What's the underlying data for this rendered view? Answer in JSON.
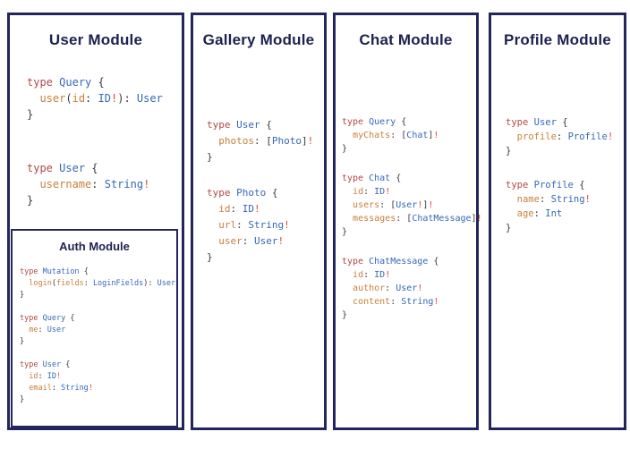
{
  "colors": {
    "background": "#ffffff",
    "panel_border": "#23265c",
    "title_text": "#1d2150",
    "code_keyword": "#b04a47",
    "code_type": "#3568b8",
    "code_field": "#c8803c",
    "code_bang": "#d44b3c",
    "code_punct": "#3a3a3a"
  },
  "panels": [
    {
      "title": "User Module",
      "blocks": [
        [
          "type Query {",
          "  user(id: ID!): User",
          "}"
        ],
        [
          "type User {",
          "  username: String!",
          "}"
        ]
      ],
      "sub_panel": {
        "title": "Auth Module",
        "blocks": [
          [
            "type Mutation {",
            "  login(fields: LoginFields): User",
            "}"
          ],
          [
            "type Query {",
            "  me: User",
            "}"
          ],
          [
            "type User {",
            "  id: ID!",
            "  email: String!",
            "}"
          ]
        ]
      }
    },
    {
      "title": "Gallery Module",
      "blocks": [
        [
          "type User {",
          "  photos: [Photo]!",
          "}"
        ],
        [
          "type Photo {",
          "  id: ID!",
          "  url: String!",
          "  user: User!",
          "}"
        ]
      ]
    },
    {
      "title": "Chat Module",
      "blocks": [
        [
          "type Query {",
          "  myChats: [Chat]!",
          "}"
        ],
        [
          "type Chat {",
          "  id: ID!",
          "  users: [User!]!",
          "  messages: [ChatMessage]!",
          "}"
        ],
        [
          "type ChatMessage {",
          "  id: ID!",
          "  author: User!",
          "  content: String!",
          "}"
        ]
      ]
    },
    {
      "title": "Profile Module",
      "blocks": [
        [
          "type User {",
          "  profile: Profile!",
          "}"
        ],
        [
          "type Profile {",
          "  name: String!",
          "  age: Int",
          "}"
        ]
      ]
    }
  ]
}
